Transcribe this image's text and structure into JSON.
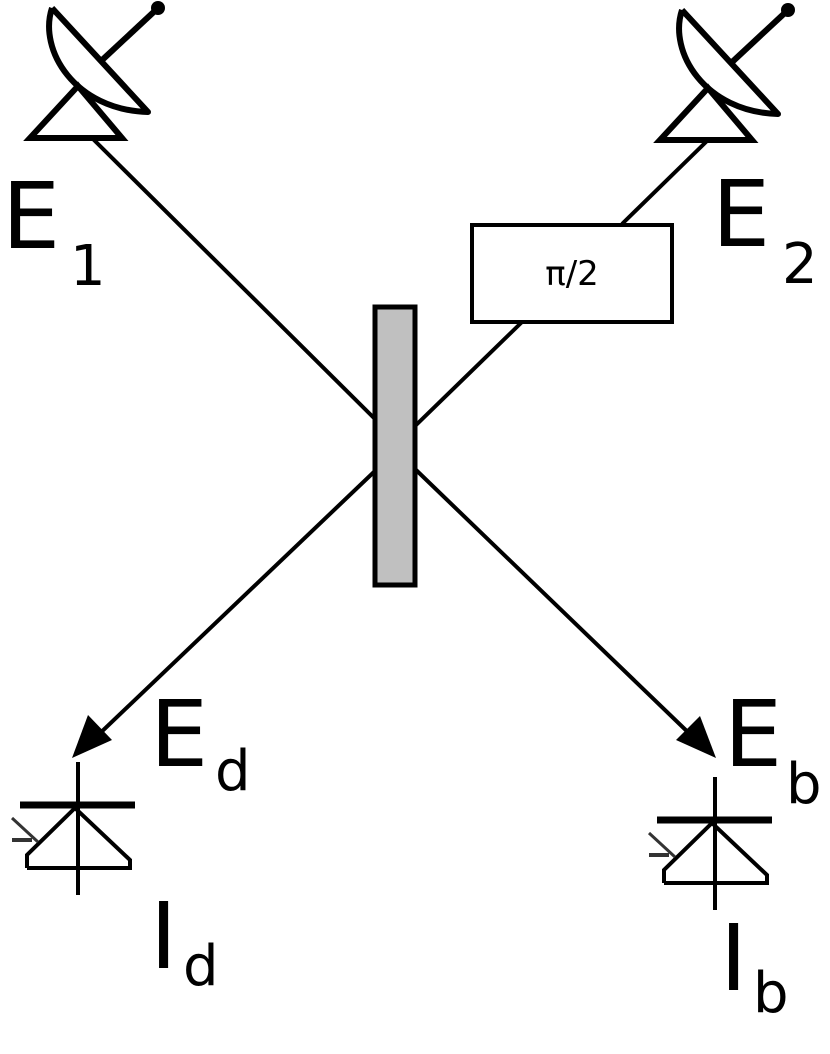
{
  "labels": {
    "e1": {
      "main": "E",
      "sub": "1"
    },
    "e2": {
      "main": "E",
      "sub": "2"
    },
    "ed": {
      "main": "E",
      "sub": "d"
    },
    "eb": {
      "main": "E",
      "sub": "b"
    },
    "id": {
      "main": "I",
      "sub": "d"
    },
    "ib": {
      "main": "I",
      "sub": "b"
    }
  },
  "phase_shifter": {
    "label": "π/2"
  },
  "colors": {
    "beam_splitter": "#c0c0c0",
    "lines": "#000000"
  },
  "icons": [
    "satellite-dish-icon",
    "photodiode-icon"
  ]
}
